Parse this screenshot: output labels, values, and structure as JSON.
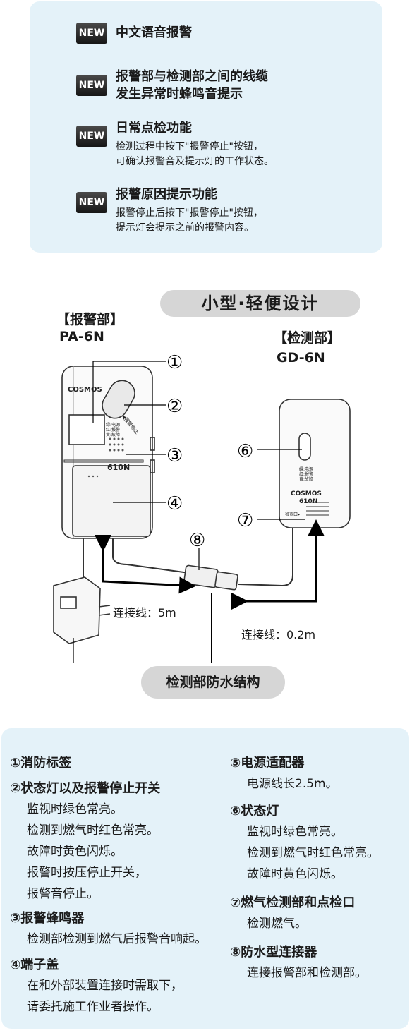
{
  "features": [
    {
      "badge": "NEW",
      "title": [
        "中文语音报警"
      ],
      "desc": []
    },
    {
      "badge": "NEW",
      "title": [
        "报警部与检测部之间的线缆",
        "发生异常时蜂鸣音提示"
      ],
      "desc": []
    },
    {
      "badge": "NEW",
      "title": [
        "日常点检功能"
      ],
      "desc": [
        "检测过程中按下\"报警停止\"按钮，",
        "可确认报警音及提示灯的工作状态。"
      ]
    },
    {
      "badge": "NEW",
      "title": [
        "报警原因提示功能"
      ],
      "desc": [
        "报警停止后按下\"报警停止\"按钮，",
        "提示灯会提示之前的报警内容。"
      ]
    }
  ],
  "diagram": {
    "title": "小型·轻便设计",
    "alarm_unit": {
      "tag": "【报警部】",
      "model": "PA-6N",
      "brand": "COSMOS",
      "code": "610N",
      "stop_label": "◀报警停止",
      "leds": [
        "绿:电源",
        "红:报警",
        "黄:故障"
      ]
    },
    "detector": {
      "tag": "【检测部】",
      "model": "GD-6N",
      "brand": "COSMOS",
      "code": "610N",
      "leds": [
        "绿:电源",
        "红:报警",
        "黄:故障"
      ],
      "port": "检查口▸"
    },
    "numbers": [
      "①",
      "②",
      "③",
      "④",
      "⑤",
      "⑥",
      "⑦",
      "⑧"
    ],
    "cable_long": "连接线：5m",
    "cable_short": "连接线：0.2m",
    "waterproof": "检测部防水结构"
  },
  "items_left": [
    {
      "head": "①消防标签",
      "lines": []
    },
    {
      "head": "②状态灯以及报警停止开关",
      "lines": [
        "监视时绿色常亮。",
        "检测到燃气时红色常亮。",
        "故障时黄色闪烁。",
        "报警时按压停止开关，",
        "报警音停止。"
      ]
    },
    {
      "head": "③报警蜂鸣器",
      "lines": [
        "检测部检测到燃气后报警音响起。"
      ]
    },
    {
      "head": "④端子盖",
      "lines": [
        "在和外部装置连接时需取下，",
        "请委托施工作业者操作。"
      ]
    }
  ],
  "items_right": [
    {
      "head": "⑤电源适配器",
      "lines": [
        "电源线长2.5m。"
      ]
    },
    {
      "head": "⑥状态灯",
      "lines": [
        "监视时绿色常亮。",
        "检测到燃气时红色常亮。",
        "故障时黄色闪烁。"
      ]
    },
    {
      "head": "⑦燃气检测部和点检口",
      "lines": [
        "检测燃气。"
      ]
    },
    {
      "head": "⑧防水型连接器",
      "lines": [
        "连接报警部和检测部。"
      ]
    }
  ]
}
